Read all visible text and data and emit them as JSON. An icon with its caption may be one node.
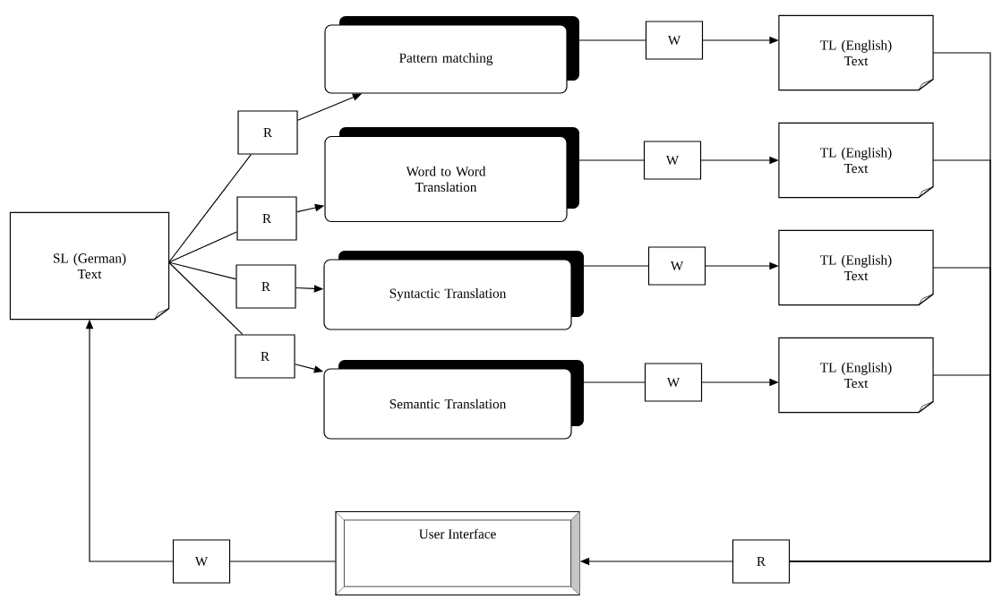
{
  "diagram": {
    "nodes": [
      {
        "text": [
          "SL (German) Text"
        ]
      },
      {
        "text": [
          "R"
        ]
      },
      {
        "text": [
          "R"
        ]
      },
      {
        "text": [
          "R"
        ]
      },
      {
        "text": [
          "R"
        ]
      },
      {
        "text": [
          "Pattern matching"
        ]
      },
      {
        "text": [
          "Word to Word Translation"
        ]
      },
      {
        "text": [
          "Syntactic Translation"
        ]
      },
      {
        "text": [
          "Semantic Translation"
        ]
      },
      {
        "text": [
          "W"
        ]
      },
      {
        "text": [
          "W"
        ]
      },
      {
        "text": [
          "W"
        ]
      },
      {
        "text": [
          "W"
        ]
      },
      {
        "text": [
          "TL (English) Text"
        ]
      },
      {
        "text": [
          "TL (English) Text"
        ]
      },
      {
        "text": [
          "TL (English) Text"
        ]
      },
      {
        "text": [
          "TL (English) Text"
        ]
      },
      {
        "text": [
          "User Interface"
        ]
      },
      {
        "text": [
          "W"
        ]
      },
      {
        "text": [
          "R"
        ]
      }
    ],
    "edges": [
      {
        "from": 0,
        "to": 1,
        "arrow": "none"
      },
      {
        "from": 0,
        "to": 2,
        "arrow": "none"
      },
      {
        "from": 0,
        "to": 3,
        "arrow": "none"
      },
      {
        "from": 0,
        "to": 4,
        "arrow": "none"
      },
      {
        "from": 1,
        "to": 5,
        "arrow": "to"
      },
      {
        "from": 2,
        "to": 6,
        "arrow": "to"
      },
      {
        "from": 3,
        "to": 7,
        "arrow": "to"
      },
      {
        "from": 4,
        "to": 8,
        "arrow": "to"
      },
      {
        "from": 5,
        "to": 9,
        "arrow": "none"
      },
      {
        "from": 6,
        "to": 10,
        "arrow": "none"
      },
      {
        "from": 7,
        "to": 11,
        "arrow": "none"
      },
      {
        "from": 8,
        "to": 12,
        "arrow": "none"
      },
      {
        "from": 9,
        "to": 13,
        "arrow": "to"
      },
      {
        "from": 10,
        "to": 14,
        "arrow": "to"
      },
      {
        "from": 11,
        "to": 15,
        "arrow": "to"
      },
      {
        "from": 12,
        "to": 16,
        "arrow": "to"
      },
      {
        "from": 13,
        "to": 19,
        "arrow": "none"
      },
      {
        "from": 14,
        "to": 19,
        "arrow": "none"
      },
      {
        "from": 15,
        "to": 19,
        "arrow": "none"
      },
      {
        "from": 16,
        "to": 19,
        "arrow": "none"
      },
      {
        "from": 19,
        "to": 17,
        "arrow": "to"
      },
      {
        "from": 17,
        "to": 18,
        "arrow": "none"
      },
      {
        "from": 18,
        "to": 0,
        "arrow": "to"
      }
    ]
  }
}
